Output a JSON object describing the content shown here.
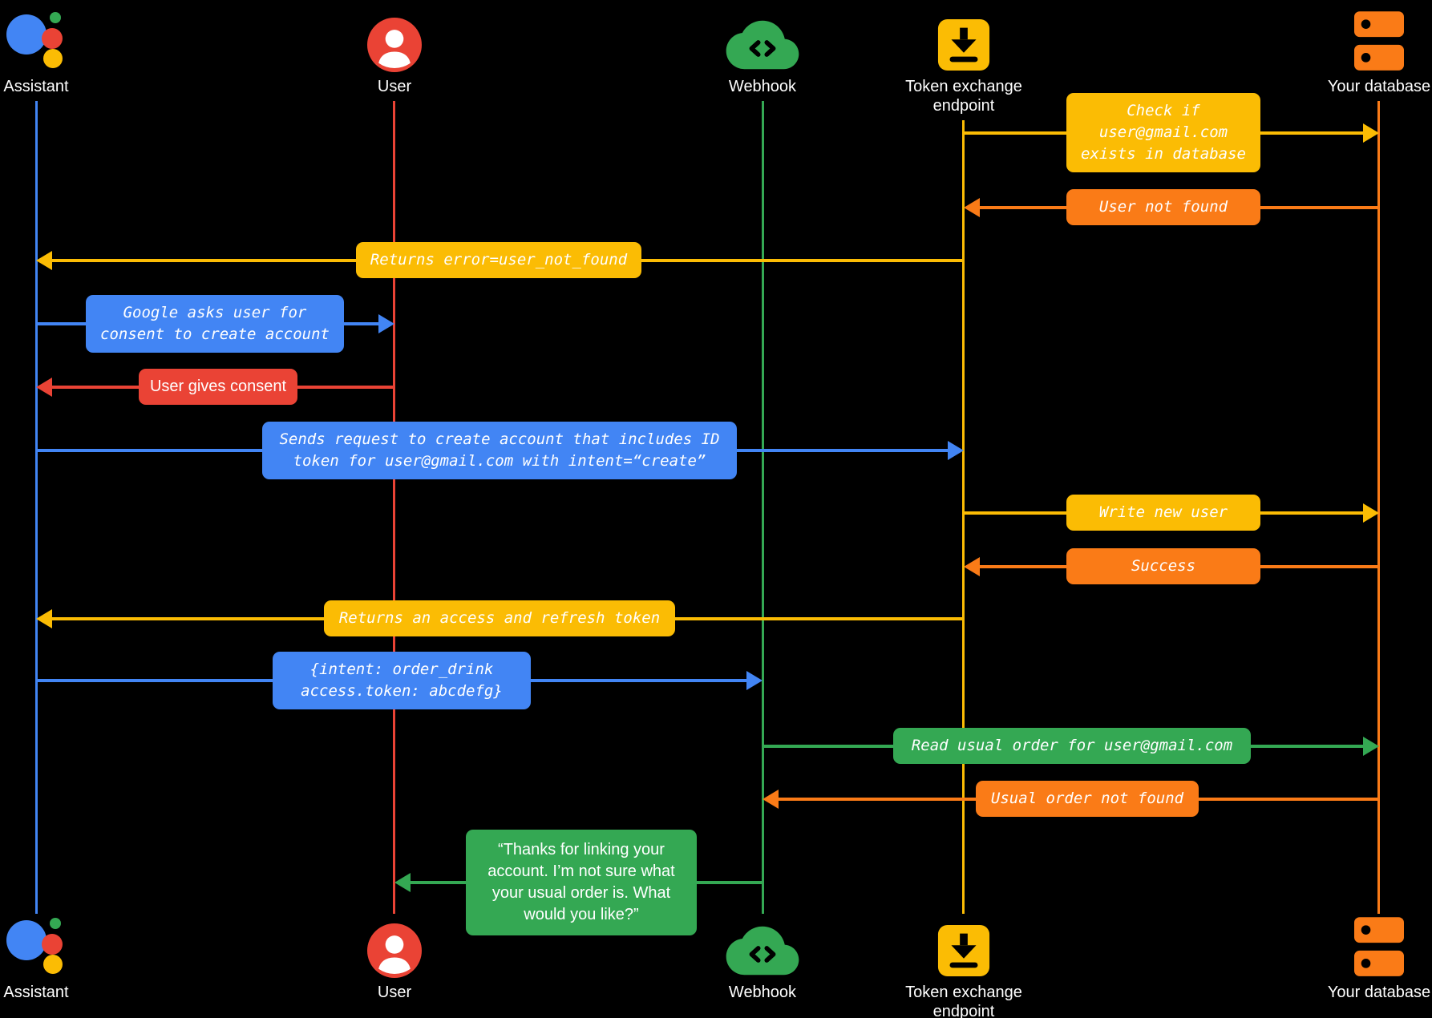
{
  "colors": {
    "background": "#000000",
    "blue": "#4285F4",
    "red": "#EA4335",
    "yellow": "#FBBC04",
    "green": "#34A853",
    "orange": "#FA7B17",
    "label_text": "#FFFFFF"
  },
  "actors": [
    {
      "id": "assistant",
      "label": "Assistant",
      "icon": "google-assistant-icon",
      "color": "#4285F4"
    },
    {
      "id": "user",
      "label": "User",
      "icon": "user-icon",
      "color": "#EA4335"
    },
    {
      "id": "webhook",
      "label": "Webhook",
      "icon": "cloud-code-icon",
      "color": "#34A853"
    },
    {
      "id": "token",
      "label": "Token exchange\nendpoint",
      "icon": "token-exchange-icon",
      "color": "#FBBC04"
    },
    {
      "id": "database",
      "label": "Your database",
      "icon": "database-icon",
      "color": "#FA7B17"
    }
  ],
  "messages": [
    {
      "from": "token",
      "to": "database",
      "color": "yellow",
      "text": "Check if\nuser@gmail.com\nexists in database"
    },
    {
      "from": "database",
      "to": "token",
      "color": "orange",
      "text": "User not found"
    },
    {
      "from": "token",
      "to": "assistant",
      "color": "yellow",
      "text": "Returns error=user_not_found"
    },
    {
      "from": "assistant",
      "to": "user",
      "color": "blue",
      "text": "Google asks user for\nconsent to create account"
    },
    {
      "from": "user",
      "to": "assistant",
      "color": "red",
      "text": "User gives consent"
    },
    {
      "from": "assistant",
      "to": "token",
      "color": "blue",
      "text": "Sends request to create account that includes ID\ntoken for user@gmail.com with intent=“create”"
    },
    {
      "from": "token",
      "to": "database",
      "color": "yellow",
      "text": "Write new user"
    },
    {
      "from": "database",
      "to": "token",
      "color": "orange",
      "text": "Success"
    },
    {
      "from": "token",
      "to": "assistant",
      "color": "yellow",
      "text": "Returns an access and refresh token"
    },
    {
      "from": "assistant",
      "to": "webhook",
      "color": "blue",
      "text": "{intent: order_drink\naccess.token: abcdefg}"
    },
    {
      "from": "webhook",
      "to": "database",
      "color": "green",
      "text": "Read usual order for user@gmail.com"
    },
    {
      "from": "database",
      "to": "webhook",
      "color": "orange",
      "text": "Usual order not found"
    },
    {
      "from": "webhook",
      "to": "user",
      "color": "green",
      "text": "“Thanks for linking your\naccount. I’m not sure what\nyour usual order is. What\nwould you like?”"
    }
  ]
}
